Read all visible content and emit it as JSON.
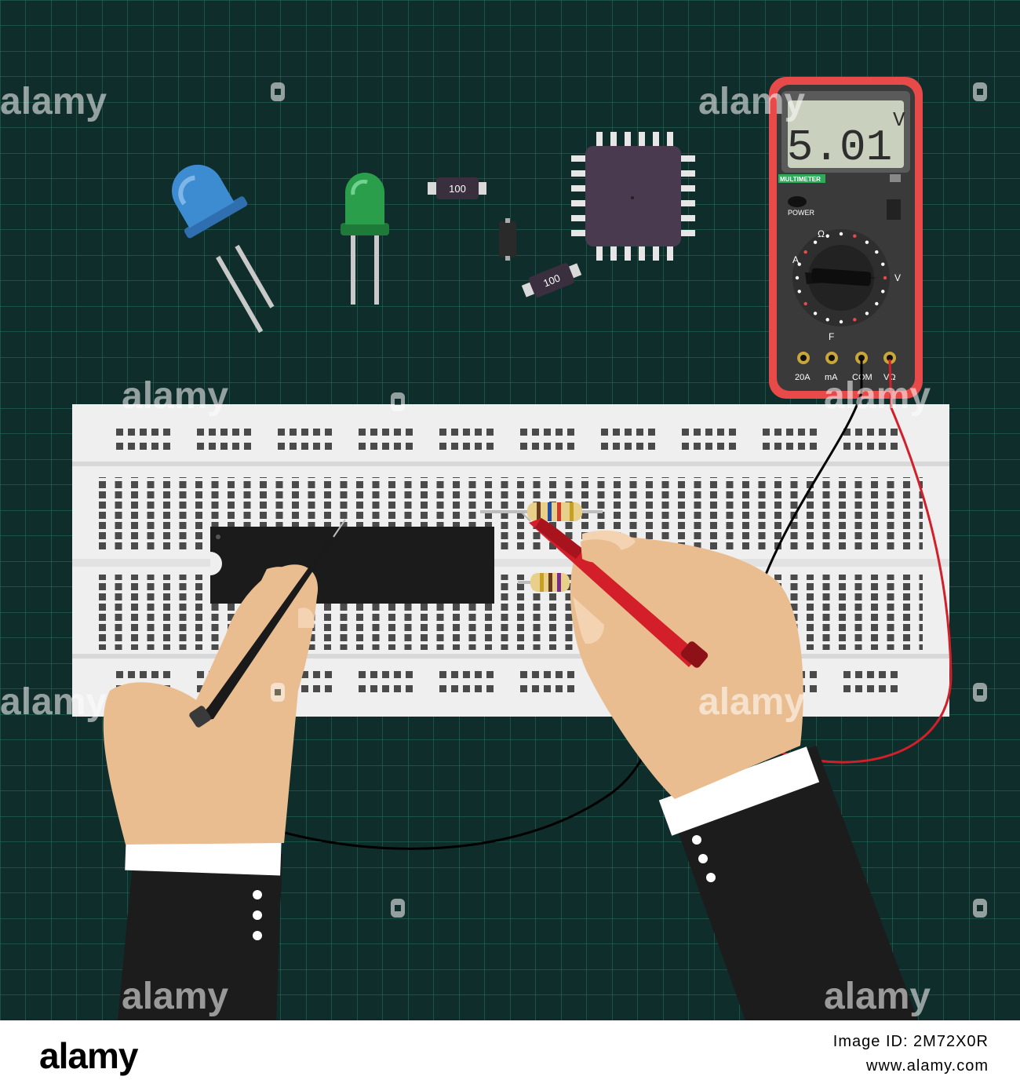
{
  "colors": {
    "mat": "#0f2d2a",
    "grid": "#2a8f73",
    "multimeter_body": "#e84a4a",
    "lcd": "#c9d0be",
    "breadboard": "#efefef",
    "skin": "#e9bd8f",
    "suit": "#1c1c1c",
    "probe_black": "#1a1a1a",
    "probe_red": "#d21f2a",
    "led_blue": "#3d8bd1",
    "led_green": "#2a9e4a"
  },
  "multimeter": {
    "reading": "5.01",
    "unit": "V",
    "brand_label": "MULTIMETER",
    "power_label": "POWER",
    "dial_labels": {
      "ohm": "Ω",
      "amp": "A",
      "volt": "V",
      "farad": "F"
    },
    "port_labels": [
      "20A",
      "mA",
      "COM",
      "VΩ"
    ]
  },
  "components": {
    "smd_resistor_1": "100",
    "smd_resistor_2": "100"
  },
  "watermark": {
    "text": "alamy",
    "icon": "alamy-a-icon"
  },
  "footer": {
    "logo": "alamy",
    "image_id": "Image ID: 2M72X0R",
    "url": "www.alamy.com"
  }
}
